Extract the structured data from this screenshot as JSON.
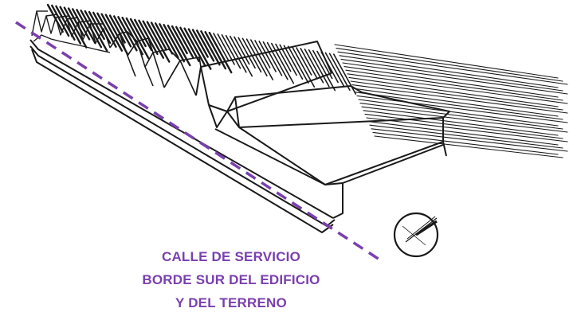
{
  "caption": {
    "lines": [
      "CALLE DE SERVICIO",
      "BORDE SUR DEL EDIFICIO",
      "Y DEL TERRENO"
    ],
    "color": "#7a3fae"
  },
  "drawing": {
    "ink_color": "#1a1a1a",
    "guide_line_color": "#7a3fae",
    "guide_line_style": "dashed",
    "north_symbol": "north-arrow-icon"
  }
}
